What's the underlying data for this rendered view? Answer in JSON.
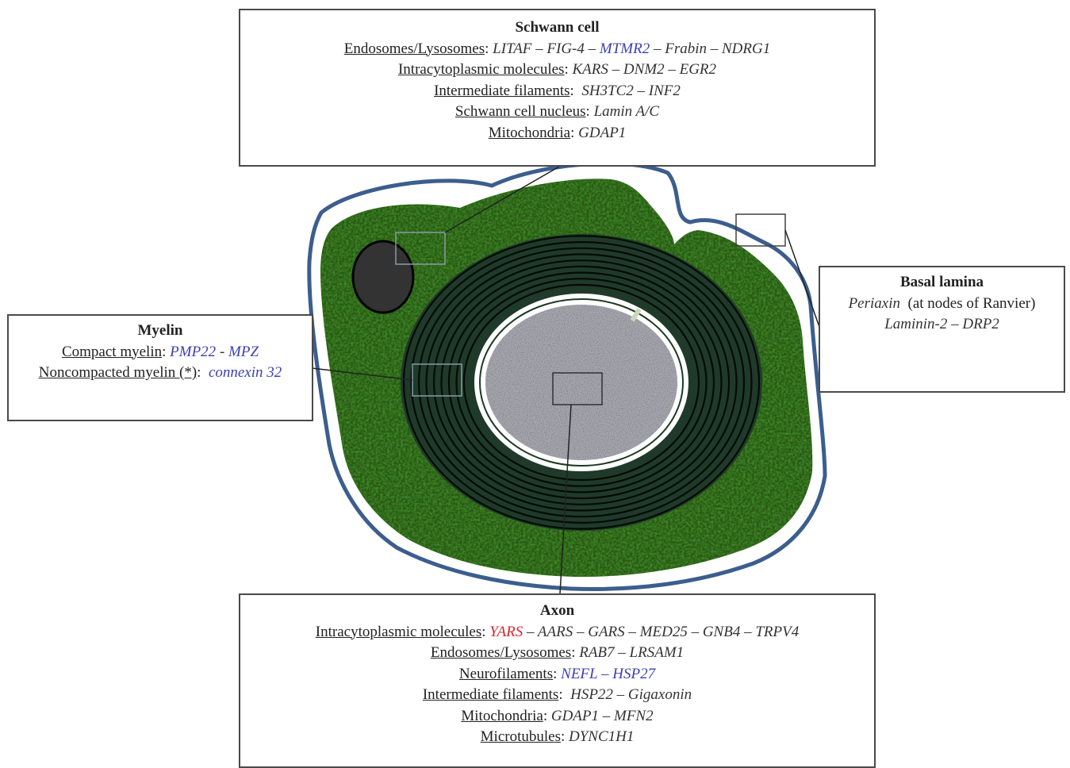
{
  "schwann": {
    "title": "Schwann cell",
    "lines": [
      {
        "label": "Endosomes/Lysosomes",
        "sep": ": ",
        "parts": [
          {
            "t": "LITAF",
            "c": "dark"
          },
          {
            "t": " – ",
            "c": "dark"
          },
          {
            "t": "FIG-4",
            "c": "dark"
          },
          {
            "t": " – ",
            "c": "dark"
          },
          {
            "t": "MTMR2",
            "c": "blue"
          },
          {
            "t": " – ",
            "c": "dark"
          },
          {
            "t": "Frabin",
            "c": "dark"
          },
          {
            "t": " – ",
            "c": "dark"
          },
          {
            "t": "NDRG1",
            "c": "dark"
          }
        ]
      },
      {
        "label": "Intracytoplasmic molecules",
        "sep": ": ",
        "parts": [
          {
            "t": "KARS",
            "c": "dark"
          },
          {
            "t": " – ",
            "c": "dark"
          },
          {
            "t": "DNM2",
            "c": "dark"
          },
          {
            "t": " – ",
            "c": "dark"
          },
          {
            "t": "EGR2",
            "c": "dark"
          }
        ]
      },
      {
        "label": "Intermediate filaments",
        "sep": ":  ",
        "parts": [
          {
            "t": "SH3TC2",
            "c": "dark"
          },
          {
            "t": " – ",
            "c": "dark"
          },
          {
            "t": "INF2",
            "c": "dark"
          }
        ]
      },
      {
        "label": "Schwann cell nucleus",
        "sep": ": ",
        "parts": [
          {
            "t": "Lamin A/C",
            "c": "dark"
          }
        ]
      },
      {
        "label": "Mitochondria",
        "sep": ": ",
        "parts": [
          {
            "t": "GDAP1",
            "c": "dark"
          }
        ]
      }
    ]
  },
  "myelin": {
    "title": "Myelin",
    "lines": [
      {
        "label": "Compact myelin",
        "sep": ": ",
        "parts": [
          {
            "t": "PMP22",
            "c": "blue"
          },
          {
            "t": " - ",
            "c": "dark"
          },
          {
            "t": "MPZ",
            "c": "blue"
          }
        ]
      },
      {
        "label": "Noncompacted myelin (*)",
        "sep": ":  ",
        "parts": [
          {
            "t": "connexin 32",
            "c": "blue"
          }
        ]
      }
    ]
  },
  "basal": {
    "title": "Basal lamina",
    "lines": [
      {
        "label": "",
        "sep": "",
        "parts": [
          {
            "t": "Periaxin",
            "c": "dark"
          },
          {
            "t": "  (at nodes of Ranvier)",
            "c": "plain"
          }
        ]
      },
      {
        "label": "",
        "sep": "",
        "parts": [
          {
            "t": "Laminin-2",
            "c": "dark"
          },
          {
            "t": " – ",
            "c": "dark"
          },
          {
            "t": "DRP2",
            "c": "dark"
          }
        ]
      }
    ]
  },
  "axon": {
    "title": "Axon",
    "lines": [
      {
        "label": "Intracytoplasmic molecules",
        "sep": ": ",
        "parts": [
          {
            "t": "YARS",
            "c": "red"
          },
          {
            "t": " – ",
            "c": "dark"
          },
          {
            "t": "AARS",
            "c": "dark"
          },
          {
            "t": " – ",
            "c": "dark"
          },
          {
            "t": "GARS",
            "c": "dark"
          },
          {
            "t": " – ",
            "c": "dark"
          },
          {
            "t": "MED25",
            "c": "dark"
          },
          {
            "t": " – ",
            "c": "dark"
          },
          {
            "t": "GNB4",
            "c": "dark"
          },
          {
            "t": " – ",
            "c": "dark"
          },
          {
            "t": "TRPV4",
            "c": "dark"
          }
        ]
      },
      {
        "label": "Endosomes/Lysosomes",
        "sep": ": ",
        "parts": [
          {
            "t": "RAB7",
            "c": "dark"
          },
          {
            "t": " – ",
            "c": "dark"
          },
          {
            "t": "LRSAM1",
            "c": "dark"
          }
        ]
      },
      {
        "label": "Neurofilaments",
        "sep": ": ",
        "parts": [
          {
            "t": "NEFL",
            "c": "blue"
          },
          {
            "t": " – ",
            "c": "blue"
          },
          {
            "t": "HSP27",
            "c": "blue"
          }
        ]
      },
      {
        "label": "Intermediate filaments",
        "sep": ":  ",
        "parts": [
          {
            "t": "HSP22",
            "c": "dark"
          },
          {
            "t": " – ",
            "c": "dark"
          },
          {
            "t": "Gigaxonin",
            "c": "dark"
          }
        ]
      },
      {
        "label": "Mitochondria",
        "sep": ": ",
        "parts": [
          {
            "t": "GDAP1",
            "c": "dark"
          },
          {
            "t": " – ",
            "c": "dark"
          },
          {
            "t": "MFN2",
            "c": "dark"
          }
        ]
      },
      {
        "label": "Microtubules",
        "sep": ": ",
        "parts": [
          {
            "t": "DYNC1H1",
            "c": "dark"
          }
        ]
      }
    ]
  },
  "colors": {
    "cytoplasm_green": "#2c5a14",
    "basal_lamina_blue": "#3c5e8e",
    "myelin_dark": "#1f3a2a",
    "myelin_line": "#050a06",
    "axon_gray": "#a7a7ad",
    "nucleus": "#333333",
    "gene_blue": "#3b3fb3",
    "gene_red": "#d8262b",
    "gene_dark": "#333333"
  }
}
